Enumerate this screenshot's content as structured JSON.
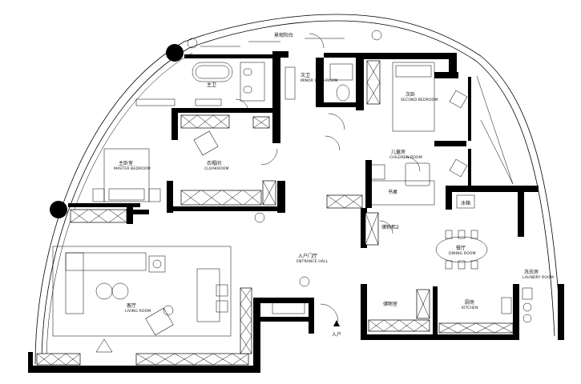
{
  "labels": {
    "balcony": "景观阳台",
    "master_bath": "主卫",
    "minor_wash": "次卫",
    "minor_wash_en": "MINOR WASHROOM",
    "second_bedroom": "次卧",
    "second_bedroom_en": "SECOND BEDROOM",
    "cloakroom": "衣帽间",
    "cloakroom_en": "CLOAKROOM",
    "master_bedroom": "主卧室",
    "master_bedroom_en": "MASTER BEDROOM",
    "children_room": "儿童房",
    "children_room_en": "CHILDREN ROOM",
    "desk": "书桌",
    "storage2": "储物柜2",
    "dining": "餐厅",
    "dining_en": "DINING ROOM",
    "entrance": "入户门厅",
    "entrance_en": "ENTRANCE HALL",
    "living": "客厅",
    "living_en": "LIVING ROOM",
    "storage": "储物室",
    "kitchen": "厨房",
    "kitchen_en": "KITCHEN",
    "laundry": "洗衣房",
    "laundry_en": "LAUNDRY ROOM",
    "entry": "入户",
    "ice_box": "冰箱"
  }
}
